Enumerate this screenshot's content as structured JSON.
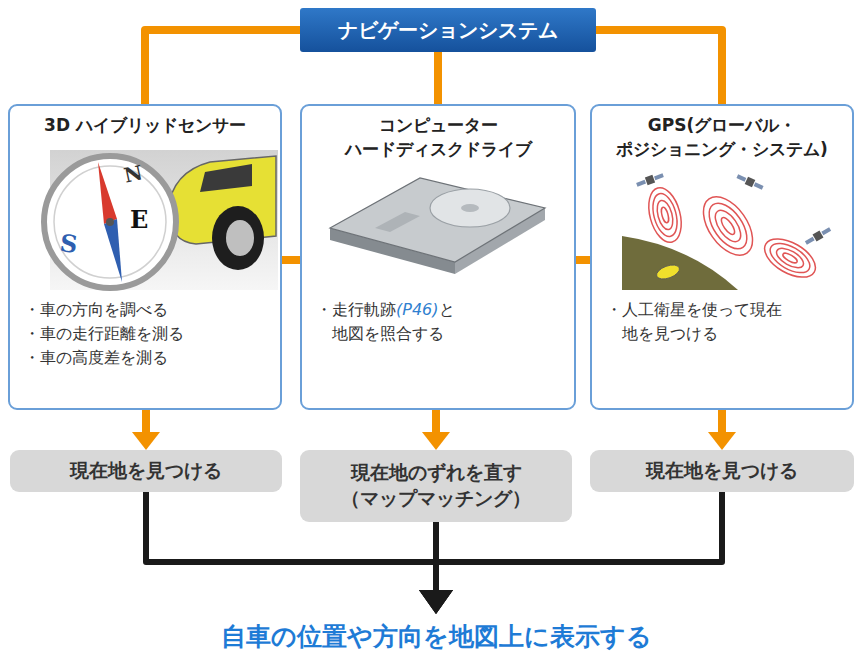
{
  "diagram": {
    "nodes": [
      {
        "text": [
          "ナビゲーションシステム"
        ]
      },
      {
        "text": [
          "3D ハイブリッドセンサー",
          "・車の方向を調べる",
          "・車の走行距離を測る",
          "・車の高度差を測る"
        ]
      },
      {
        "text": [
          "コンピューター ハードディスクドライブ",
          "・走行軌跡(P46)と 地図を照合する"
        ]
      },
      {
        "text": [
          "GPS(グローバル・ ポジショニング・システム)",
          "・人工衛星を使って現在 地を見つける"
        ]
      },
      {
        "text": [
          "現在地を見つける"
        ]
      },
      {
        "text": [
          "現在地のずれを直す （マップマッチング）"
        ]
      },
      {
        "text": [
          "現在地を見つける"
        ]
      },
      {
        "text": [
          "自車の位置や方向を地図上に表示する"
        ]
      }
    ],
    "edges": [
      {
        "from": 0,
        "to": 1,
        "arrow": "none"
      },
      {
        "from": 0,
        "to": 2,
        "arrow": "none"
      },
      {
        "from": 0,
        "to": 3,
        "arrow": "none"
      },
      {
        "from": 1,
        "to": 2,
        "arrow": "none"
      },
      {
        "from": 2,
        "to": 3,
        "arrow": "none"
      },
      {
        "from": 1,
        "to": 4,
        "arrow": "to"
      },
      {
        "from": 2,
        "to": 5,
        "arrow": "to"
      },
      {
        "from": 3,
        "to": 6,
        "arrow": "to"
      },
      {
        "from": 4,
        "to": 7,
        "arrow": "to"
      },
      {
        "from": 5,
        "to": 7,
        "arrow": "to"
      },
      {
        "from": 6,
        "to": 7,
        "arrow": "to"
      }
    ],
    "labels": [
      "N",
      "E",
      "S"
    ]
  }
}
